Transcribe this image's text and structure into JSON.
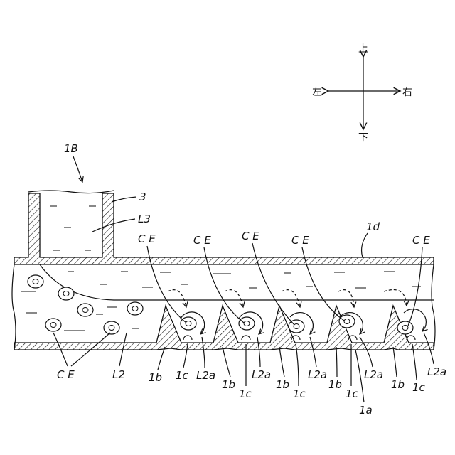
{
  "labels": {
    "fig": "1B",
    "pipe": "3",
    "liquid_upper": "L3",
    "liquid_lower": "L2",
    "ce": "C E",
    "surface": "1d",
    "groove_bottom": "1a",
    "ridge": "1b",
    "recess": "1c",
    "vortex": "L2a"
  },
  "directions": {
    "up": "上",
    "down": "下",
    "left": "左",
    "right": "右"
  }
}
